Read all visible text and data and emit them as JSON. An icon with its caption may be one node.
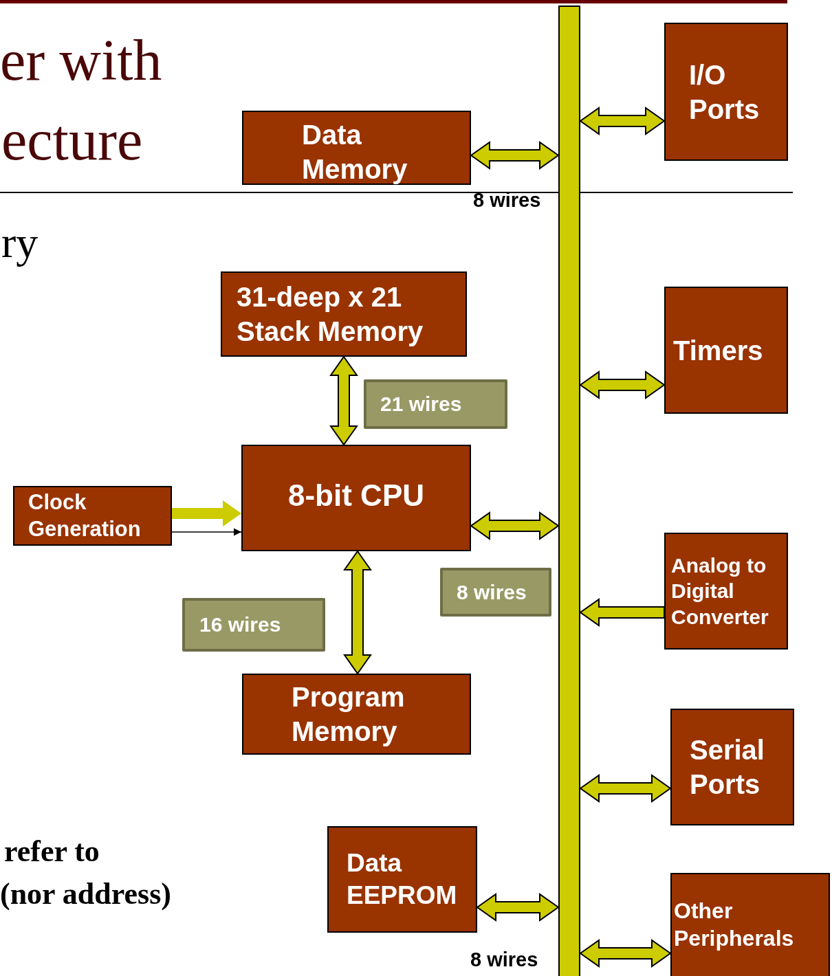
{
  "diagram": {
    "nodes": [
      {
        "text": [],
        "shape": "bar"
      },
      {
        "text": [
          "Data Memory"
        ]
      },
      {
        "text": [
          "I/O Ports"
        ]
      },
      {
        "text": [
          "31-deep x 21 Stack Memory"
        ]
      },
      {
        "text": [
          "Timers"
        ]
      },
      {
        "text": [
          "8-bit CPU"
        ]
      },
      {
        "text": [
          "Clock Generation"
        ]
      },
      {
        "text": [
          "Analog to Digital Converter"
        ]
      },
      {
        "text": [
          "Program Memory"
        ]
      },
      {
        "text": [
          "Serial Ports"
        ]
      },
      {
        "text": [
          "Data EEPROM"
        ]
      },
      {
        "text": [
          "Other Peripherals"
        ]
      },
      {
        "text": [
          "21 wires"
        ]
      },
      {
        "text": [
          "8 wires"
        ]
      },
      {
        "text": [
          "16 wires"
        ]
      }
    ],
    "edges": [
      {
        "from": 1,
        "to": 0,
        "arrow": "both"
      },
      {
        "from": 0,
        "to": 2,
        "arrow": "both"
      },
      {
        "from": 3,
        "to": 5,
        "arrow": "both"
      },
      {
        "from": 0,
        "to": 4,
        "arrow": "both"
      },
      {
        "from": 6,
        "to": 5,
        "arrow": "to"
      },
      {
        "from": 6,
        "to": 5,
        "arrow": "to",
        "color": "#000000"
      },
      {
        "from": 5,
        "to": 0,
        "arrow": "both"
      },
      {
        "from": 7,
        "to": 0,
        "arrow": "to"
      },
      {
        "from": 5,
        "to": 8,
        "arrow": "both"
      },
      {
        "from": 0,
        "to": 9,
        "arrow": "both"
      },
      {
        "from": 10,
        "to": 0,
        "arrow": "both"
      },
      {
        "from": 0,
        "to": 11,
        "arrow": "both"
      }
    ],
    "labels": [
      "er with",
      "ecture",
      "8 wires",
      "ry",
      "refer to",
      "(nor address)",
      "8 wires"
    ]
  }
}
